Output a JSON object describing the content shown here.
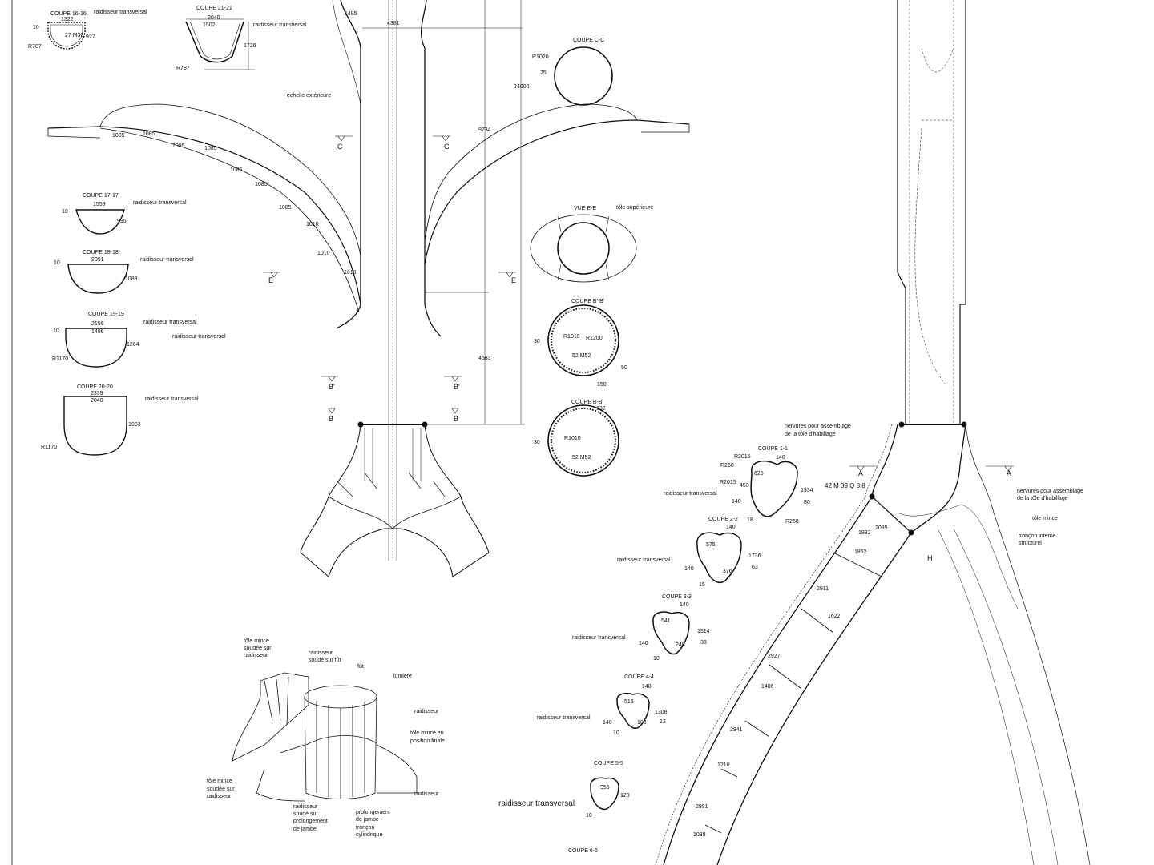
{
  "coupe_16": {
    "title": "COUPE 16-16",
    "w": "1322",
    "note": "raidisseur transversal",
    "t": "10",
    "bolts": "27 M30",
    "h": "927",
    "r": "R787"
  },
  "coupe_21": {
    "title": "COUPE 21-21",
    "w1": "2040",
    "w2": "1502",
    "note": "raidisseur transversal",
    "h": "1726",
    "r": "R787"
  },
  "elevation": {
    "d1485": "1485",
    "d4381": "4381",
    "d24000": "24000",
    "d9734": "9734",
    "d4683": "4683",
    "ladder": "echelle extérieure",
    "c": "C",
    "e": "E",
    "bp": "B'",
    "b": "B",
    "arc_dims": [
      "1085",
      "1085",
      "1085",
      "1085",
      "1085",
      "1085",
      "1085",
      "1010",
      "1010",
      "1010"
    ]
  },
  "coupe_cc": {
    "title": "COUPE C-C",
    "r": "R1020",
    "t": "25"
  },
  "vue_ee": {
    "title": "VUE E-E",
    "note": "tôle supérieure"
  },
  "coupe_bpbp": {
    "title": "COUPE B'-B'",
    "r1": "R1010",
    "r2": "R1200",
    "t": "30",
    "bolts": "52 M52",
    "d50": "50",
    "d150": "150"
  },
  "coupe_bb": {
    "title": "COUPE B-B",
    "d132": "132",
    "r": "R1010",
    "t": "30",
    "bolts": "52 M52"
  },
  "coupe_17": {
    "title": "COUPE 17-17",
    "note": "raidisseur transversal",
    "t": "10",
    "w": "1559",
    "h": "995"
  },
  "coupe_18": {
    "title": "COUPE 18-18",
    "note": "raidisseur transversal",
    "t": "10",
    "w": "2051",
    "h": "1089"
  },
  "coupe_19": {
    "title": "COUPE 19-19",
    "note": "raidisseur transversal",
    "w1": "2156",
    "t": "10",
    "w2": "1406",
    "note2": "raidisseur transversal",
    "h": "1264",
    "r": "R1170"
  },
  "coupe_20": {
    "title": "COUPE 20-20",
    "note": "raidisseur transversal",
    "w1": "2339",
    "w2": "2040",
    "h": "1963",
    "r": "R1170"
  },
  "side": {
    "nerv1a": "nervures pour assemblage",
    "nerv1b": "de la tôle d'habillage",
    "a": "A",
    "bolts": "42 M 39 Q 8.8",
    "nerv2a": "nervures pour assemblage",
    "nerv2b": "de la tôle d'habillage",
    "tole": "tôle mince",
    "tronc_a": "tronçon interne",
    "tronc_b": "structurel",
    "h": "H",
    "dims": [
      "1982",
      "2035",
      "1852",
      "2911",
      "1622",
      "2927",
      "1406",
      "2941",
      "1210",
      "2951",
      "1038"
    ]
  },
  "coupe_1": {
    "title": "COUPE 1-1",
    "r1": "R2015",
    "d140a": "140",
    "r2": "R268",
    "d625": "625",
    "r3": "R2015",
    "d453": "453",
    "h": "1934",
    "note": "raidisseur transversal",
    "d140b": "140",
    "d80": "80",
    "d18": "18",
    "r4": "R268"
  },
  "coupe_2": {
    "title": "COUPE 2-2",
    "d140a": "140",
    "d575": "575",
    "h": "1736",
    "note": "raidisseur transversal",
    "d140b": "140",
    "d63": "63",
    "d376": "376",
    "d15": "15"
  },
  "coupe_3": {
    "title": "COUPE 3-3",
    "d140a": "140",
    "d541": "541",
    "h": "1514",
    "note": "raidisseur transversal",
    "d140b": "140",
    "d240": "240",
    "d38": "38",
    "d10": "10"
  },
  "coupe_4": {
    "title": "COUPE 4-4",
    "d140a": "140",
    "d515": "515",
    "h": "1308",
    "note": "raidisseur transversal",
    "d140b": "140",
    "d103": "103",
    "d12": "12",
    "d10": "10"
  },
  "coupe_5": {
    "title": "COUPE 5-5",
    "d956": "956",
    "d123": "123",
    "note": "raidisseur transversal",
    "d10": "10"
  },
  "coupe_6": {
    "title": "COUPE 6-6"
  },
  "iso": {
    "tole1": [
      "tôle mince",
      "soudée sur",
      "raidisseur"
    ],
    "raid_fut": [
      "raidisseur",
      "soudé sur fût"
    ],
    "fut": "fût",
    "lumiere": "lumiere",
    "raid1": "raidisseur",
    "tole_finale": [
      "tôle mince en",
      "position finale"
    ],
    "raid2": "raidisseur",
    "tole2": [
      "tôle mince",
      "soudée sur",
      "raidisseur"
    ],
    "raid_prol": [
      "raidisseur",
      "soudé sur",
      "prolongement",
      "de jambe"
    ],
    "prol": [
      "prolongement",
      "de jambe -",
      "tronçon",
      "cylindrique"
    ]
  }
}
